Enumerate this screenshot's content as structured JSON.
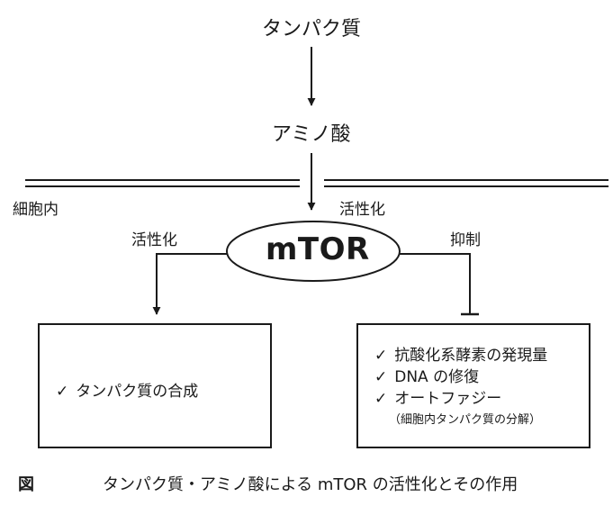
{
  "nodes": {
    "protein": "タンパク質",
    "amino_acid": "アミノ酸",
    "mtor": "mTOR"
  },
  "labels": {
    "intracellular": "細胞内",
    "activation_membrane": "活性化",
    "activation_left": "活性化",
    "inhibition_right": "抑制"
  },
  "left_box": {
    "check": "✓",
    "item": "タンパク質の合成"
  },
  "right_box": {
    "items": [
      {
        "check": "✓",
        "text": "抗酸化系酵素の発現量"
      },
      {
        "check": "✓",
        "text": "DNA の修復"
      },
      {
        "check": "✓",
        "text": "オートファジー"
      }
    ],
    "note": "（細胞内タンパク質の分解）"
  },
  "caption": {
    "label": "図",
    "text": "タンパク質・アミノ酸による mTOR の活性化とその作用"
  }
}
